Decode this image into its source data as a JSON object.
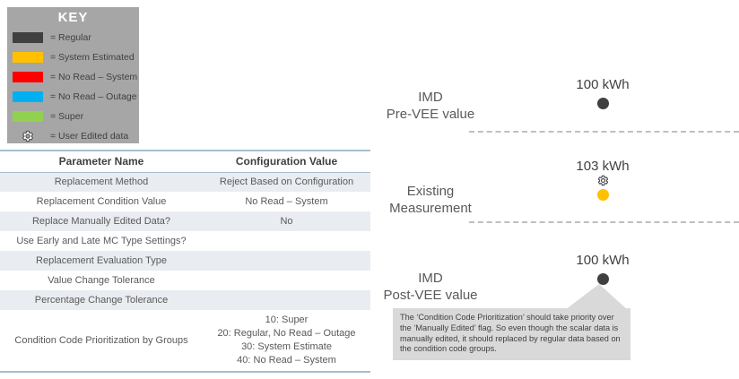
{
  "colors": {
    "key_bg": "#a6a6a6",
    "regular": "#404040",
    "system_estimated": "#ffc000",
    "no_read_system": "#ff0000",
    "no_read_outage": "#00b0f0",
    "super": "#92d050",
    "callout_bg": "#d9d9d9",
    "table_shade": "#e9edf1",
    "dashed_line": "#bfbfbf"
  },
  "key": {
    "title": "KEY",
    "items": [
      {
        "label": "= Regular",
        "color": "#404040"
      },
      {
        "label": "= System Estimated",
        "color": "#ffc000"
      },
      {
        "label": "= No Read – System",
        "color": "#ff0000"
      },
      {
        "label": "= No Read – Outage",
        "color": "#00b0f0"
      },
      {
        "label": "= Super",
        "color": "#92d050"
      },
      {
        "label": "= User Edited data",
        "icon": "gear-icon"
      }
    ]
  },
  "table": {
    "headers": [
      "Parameter Name",
      "Configuration Value"
    ],
    "rows": [
      {
        "param": "Replacement Method",
        "value": "Reject Based on Configuration"
      },
      {
        "param": "Replacement Condition Value",
        "value": "No Read – System"
      },
      {
        "param": "Replace Manually Edited Data?",
        "value": "No"
      },
      {
        "param": "Use Early and Late MC Type Settings?",
        "value": ""
      },
      {
        "param": "Replacement Evaluation Type",
        "value": ""
      },
      {
        "param": "Value Change Tolerance",
        "value": ""
      },
      {
        "param": "Percentage Change Tolerance",
        "value": ""
      },
      {
        "param": "Condition Code Prioritization by Groups",
        "value": "10: Super\n20: Regular, No Read – Outage\n30: System Estimate\n40: No Read – System"
      }
    ]
  },
  "timeline": {
    "sections": [
      {
        "label_line1": "IMD",
        "label_line2": "Pre-VEE value",
        "value": "100 kWh",
        "dot_color": "#3f3f3f",
        "user_edited": false
      },
      {
        "label_line1": "Existing",
        "label_line2": "Measurement",
        "value": "103 kWh",
        "dot_color": "#ffc000",
        "user_edited": true
      },
      {
        "label_line1": "IMD",
        "label_line2": "Post-VEE value",
        "value": "100 kWh",
        "dot_color": "#3f3f3f",
        "user_edited": false
      }
    ],
    "callout_text": "The ‘Condition Code Prioritization’ should take priority over the ‘Manually Edited’ flag.  So even though the scalar data is manually edited, it should replaced by regular data based on the condition code groups."
  }
}
